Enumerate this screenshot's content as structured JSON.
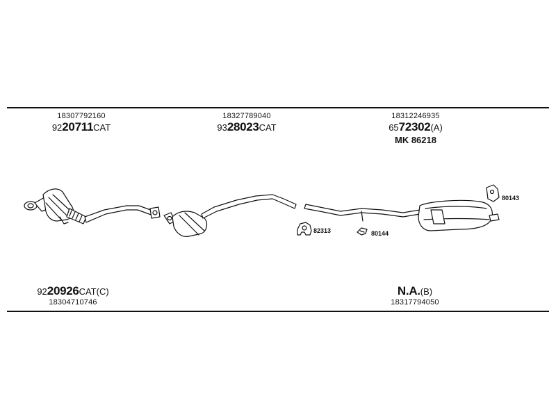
{
  "top_labels": [
    {
      "oem": "18307792160",
      "part_prefix": "92",
      "part_main": "20711",
      "part_suffix": "CAT"
    },
    {
      "oem": "18327789040",
      "part_prefix": "93",
      "part_main": "28023",
      "part_suffix": "CAT"
    },
    {
      "oem": "18312246935",
      "part_prefix": "65",
      "part_main": "72302",
      "part_suffix": "(A)",
      "extra": "MK  86218"
    }
  ],
  "bottom_labels": [
    {
      "oem": "18304710746",
      "part_prefix": "92",
      "part_main": "20926",
      "part_suffix": "CAT(C)"
    },
    {
      "oem": "18317794050",
      "part_prefix": "",
      "part_main": "N.A.",
      "part_suffix": "(B)"
    }
  ],
  "small_parts": {
    "gasket": "82313",
    "hanger_small": "80144",
    "rubber_mount": "80143"
  },
  "colors": {
    "line": "#111111",
    "fill": "#ffffff"
  }
}
